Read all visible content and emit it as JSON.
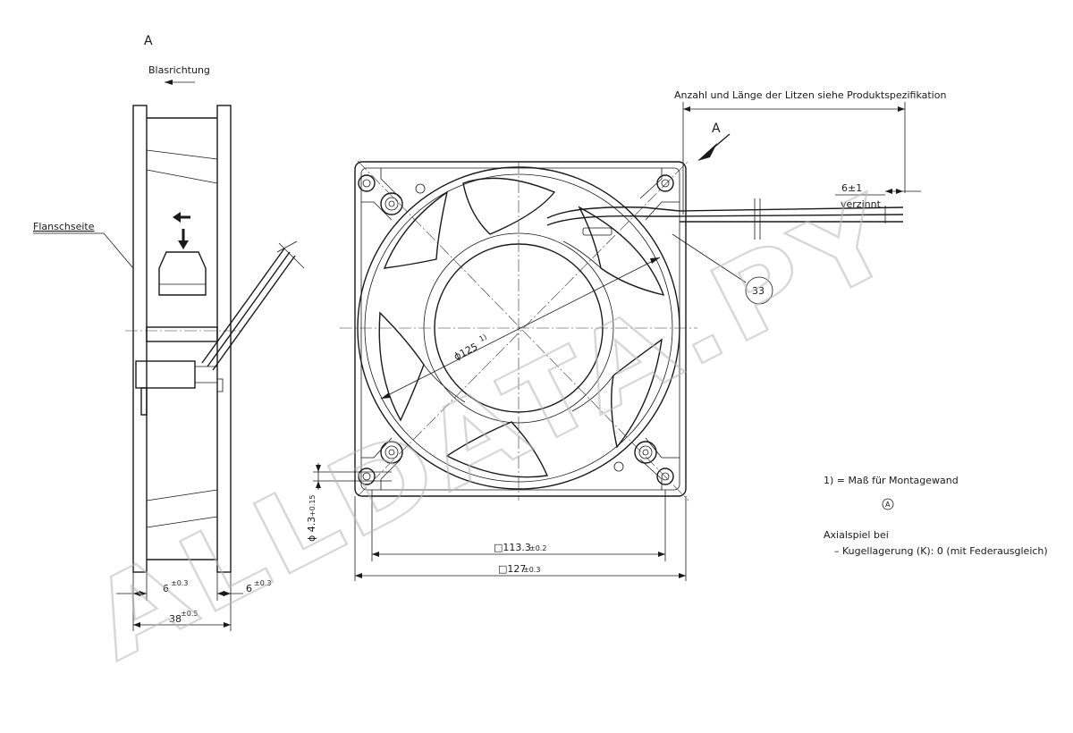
{
  "view_label": "A",
  "blow_direction_label": "Blasrichtung",
  "flange_side_label": "Flanschseite",
  "wire_note": "Anzahl und Länge der Litzen siehe Produktspezifikation",
  "view_arrow_label": "A",
  "strip_length": "6±1",
  "tinned_label": "verzinnt",
  "callout_33": "33",
  "dim_diameter": "ϕ125",
  "dim_diameter_sup": "1)",
  "dim_hole_main": "ϕ 4.3",
  "dim_hole_tol": "+0.15",
  "dim_hole_spacing_main": "□113.3",
  "dim_hole_spacing_tol": "±0.2",
  "dim_width_main": "□127",
  "dim_width_tol": "±0.3",
  "dim_flange_left_main": "6",
  "dim_flange_left_tol": "±0.3",
  "dim_flange_right_main": "6",
  "dim_flange_right_tol": "±0.3",
  "dim_depth_main": "38",
  "dim_depth_tol": "±0.5",
  "note_footnote": "1) = Maß für Montagewand",
  "note_circle_a": "A",
  "note_axial_title": "Axialspiel bei",
  "note_axial_detail": "– Kugellagerung (K): 0 (mit Federausgleich)",
  "watermark_text": "ALLDATA.PY",
  "colors": {
    "line": "#1a1a1a",
    "watermark": "#b8b8b8",
    "background": "#ffffff"
  }
}
